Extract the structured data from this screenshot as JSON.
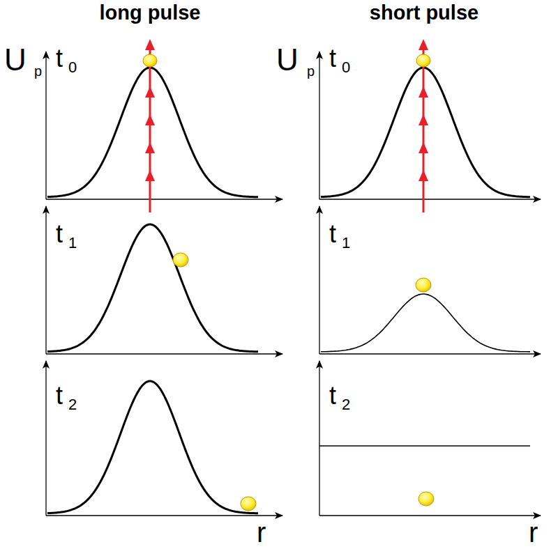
{
  "diagram": {
    "labels": [
      "long pulse",
      "short pulse",
      "U",
      "p",
      "U",
      "p",
      "t",
      "0",
      "t",
      "1",
      "t",
      "2",
      "t",
      "0",
      "t",
      "1",
      "t",
      "2",
      "r",
      "r"
    ]
  }
}
